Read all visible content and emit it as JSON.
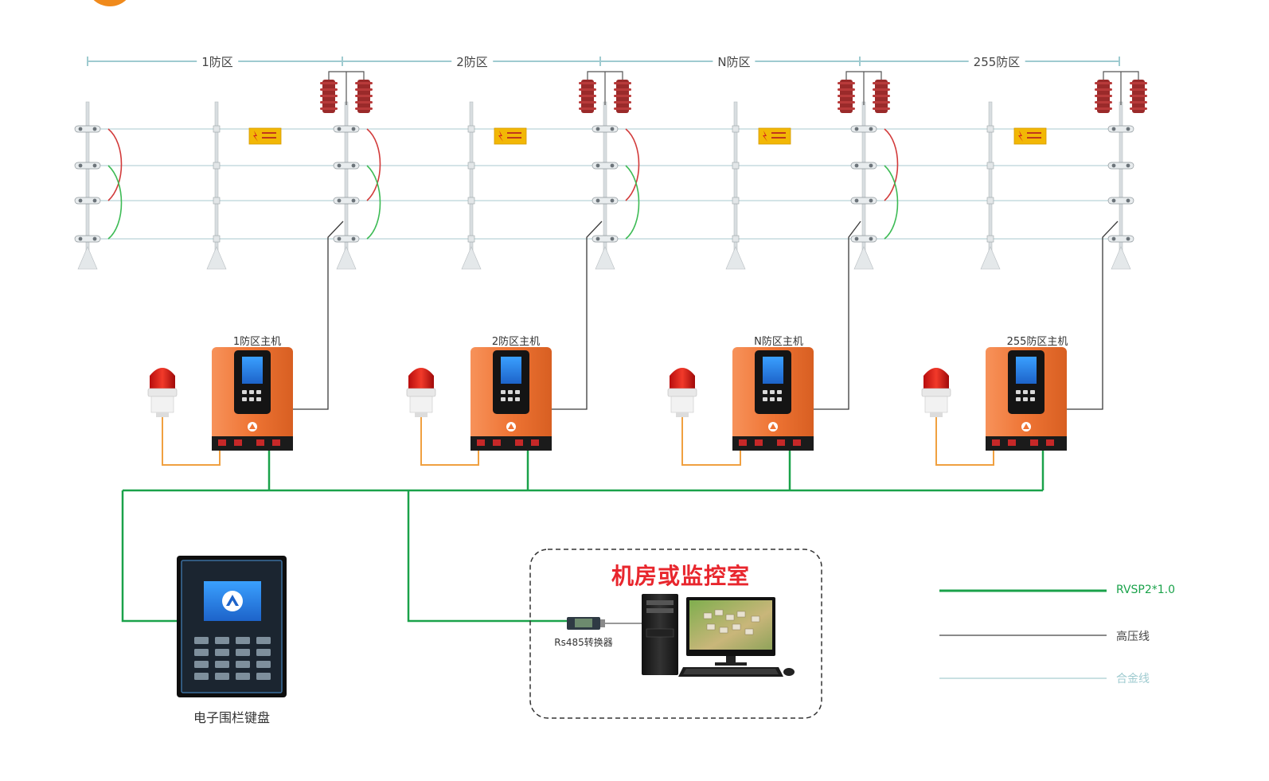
{
  "colors": {
    "accent_orange": "#f08a1c",
    "host_orange": "#ee7434",
    "signal_green": "#1aa24a",
    "alarm_wire": "#f0a040",
    "hv_line": "#444444",
    "alloy_line": "#b7d5d8",
    "title_red": "#e8262d",
    "legend_green": "#1aa24a",
    "legend_alloy": "#9fcbd0"
  },
  "zones": [
    {
      "label": "1防区"
    },
    {
      "label": "2防区"
    },
    {
      "label": "N防区"
    },
    {
      "label": "255防区"
    }
  ],
  "hosts": [
    {
      "label": "1防区主机"
    },
    {
      "label": "2防区主机"
    },
    {
      "label": "N防区主机"
    },
    {
      "label": "255防区主机"
    }
  ],
  "keyboard": {
    "label": "电子围栏键盘",
    "icon": "logo-icon"
  },
  "control_room": {
    "title": "机房或监控室",
    "converter_label": "Rs485转换器"
  },
  "legend": [
    {
      "label": "RVSP2*1.0",
      "color": "#1aa24a"
    },
    {
      "label": "高压线",
      "color": "#444444"
    },
    {
      "label": "合金线",
      "color": "#9fcbd0"
    }
  ]
}
